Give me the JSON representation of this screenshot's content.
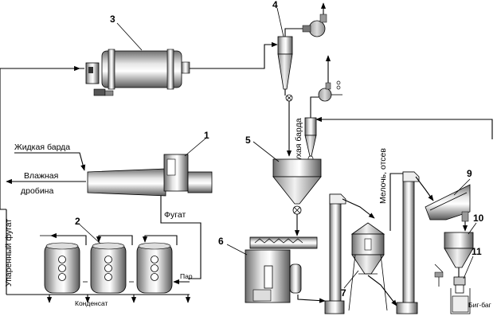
{
  "labels": {
    "n1": "1",
    "n2": "2",
    "n3": "3",
    "n4": "4",
    "n5": "5",
    "n6": "6",
    "n7": "7",
    "n9": "9",
    "n10": "10",
    "n11": "11",
    "liquid_bard": "Жидкая барда",
    "wet_grain_1": "Влажная",
    "wet_grain_2": "дробина",
    "fugat": "Фугат",
    "evaporated_fugat": "Упаренный фугат",
    "condensate": "Конденсат",
    "steam": "Пар",
    "dry_bard": "Сухая барда",
    "fines": "Мелочь, отсев",
    "big_bag": "Биг-баг"
  }
}
